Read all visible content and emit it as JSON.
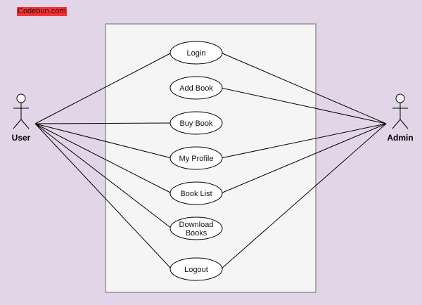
{
  "watermark": "Codebun.com",
  "actors": {
    "user": {
      "label": "User"
    },
    "admin": {
      "label": "Admin"
    }
  },
  "use_cases": [
    {
      "id": "login",
      "lines": [
        "Login"
      ]
    },
    {
      "id": "add-book",
      "lines": [
        "Add Book"
      ]
    },
    {
      "id": "buy-book",
      "lines": [
        "Buy Book"
      ]
    },
    {
      "id": "my-profile",
      "lines": [
        "My Profile"
      ]
    },
    {
      "id": "book-list",
      "lines": [
        "Book List"
      ]
    },
    {
      "id": "download-books",
      "lines": [
        "Download",
        "Books"
      ]
    },
    {
      "id": "logout",
      "lines": [
        "Logout"
      ]
    }
  ],
  "associations": {
    "user": [
      "login",
      "buy-book",
      "my-profile",
      "book-list",
      "download-books",
      "logout"
    ],
    "admin": [
      "login",
      "add-book",
      "my-profile",
      "book-list",
      "logout"
    ]
  },
  "colors": {
    "background": "#e1d5e7",
    "system_boundary": "#f5f5f5",
    "watermark_bg": "#ff3333"
  }
}
